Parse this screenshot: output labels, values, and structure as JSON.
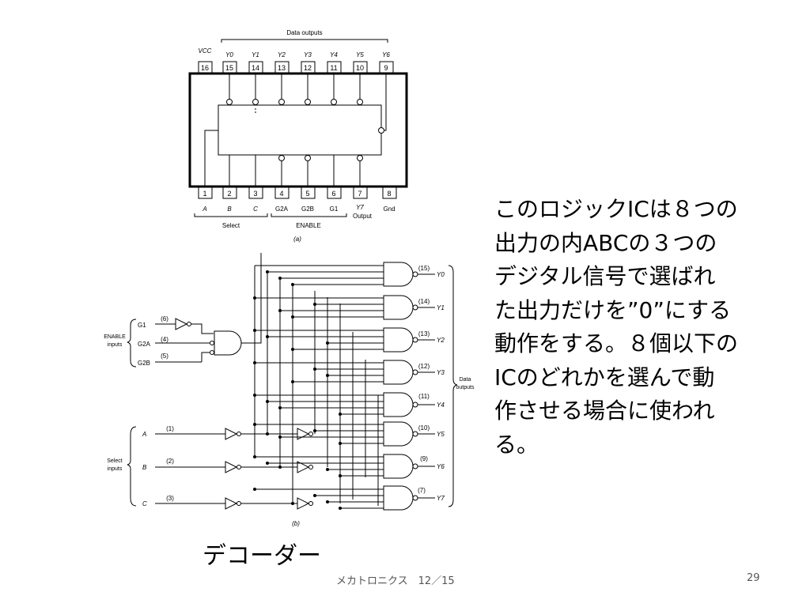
{
  "explanation": {
    "lines": [
      "このロジックICは８つの",
      "出力の内ABCの３つの",
      "デジタル信号で選ばれ",
      "た出力だけを”0”にする",
      "動作をする。８個以下の",
      "ICのどれかを選んで動",
      "作させる場合に使われ",
      "る。"
    ]
  },
  "slide_title": "デコーダー",
  "footer": "メカトロニクス　12／15",
  "page_number": "29",
  "figure_a": {
    "caption": "(a)",
    "data_outputs_label": "Data outputs",
    "top_pins": [
      {
        "name": "VCC",
        "num": "16"
      },
      {
        "name": "Y0",
        "num": "15"
      },
      {
        "name": "Y1",
        "num": "14"
      },
      {
        "name": "Y2",
        "num": "13"
      },
      {
        "name": "Y3",
        "num": "12"
      },
      {
        "name": "Y4",
        "num": "11"
      },
      {
        "name": "Y5",
        "num": "10"
      },
      {
        "name": "Y6",
        "num": "9"
      }
    ],
    "bottom_pins": [
      {
        "num": "1",
        "name": "A"
      },
      {
        "num": "2",
        "name": "B"
      },
      {
        "num": "3",
        "name": "C"
      },
      {
        "num": "4",
        "name": "G2A"
      },
      {
        "num": "5",
        "name": "G2B"
      },
      {
        "num": "6",
        "name": "G1"
      },
      {
        "num": "7",
        "name": "Y7"
      },
      {
        "num": "8",
        "name": "Gnd"
      }
    ],
    "y7_sub": "Output",
    "select_label": "Select",
    "enable_label": "ENABLE"
  },
  "figure_b": {
    "caption": "(b)",
    "enable_inputs_label": [
      "ENABLE",
      "inputs"
    ],
    "select_inputs_label": [
      "Select",
      "inputs"
    ],
    "data_outputs_label": [
      "Data",
      "outputs"
    ],
    "enable_pins": [
      {
        "name": "G1",
        "pin": "(6)"
      },
      {
        "name": "G2A",
        "pin": "(4)"
      },
      {
        "name": "G2B",
        "pin": "(5)"
      }
    ],
    "select_pins": [
      {
        "name": "A",
        "pin": "(1)"
      },
      {
        "name": "B",
        "pin": "(2)"
      },
      {
        "name": "C",
        "pin": "(3)"
      }
    ],
    "outputs": [
      {
        "name": "Y0",
        "pin": "(15)"
      },
      {
        "name": "Y1",
        "pin": "(14)"
      },
      {
        "name": "Y2",
        "pin": "(13)"
      },
      {
        "name": "Y3",
        "pin": "(12)"
      },
      {
        "name": "Y4",
        "pin": "(11)"
      },
      {
        "name": "Y5",
        "pin": "(10)"
      },
      {
        "name": "Y6",
        "pin": "(9)"
      },
      {
        "name": "Y7",
        "pin": "(7)"
      }
    ]
  }
}
